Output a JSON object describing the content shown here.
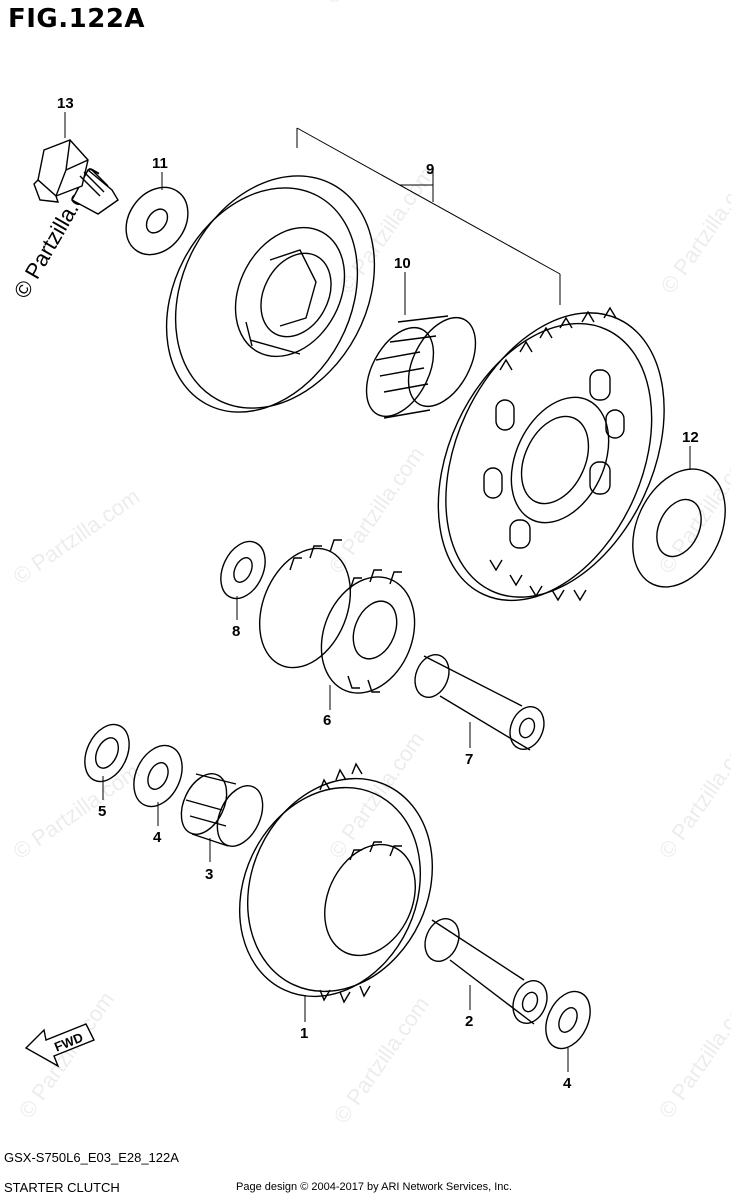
{
  "figure_title": "FIG.122A",
  "diagram_code": "GSX-S750L6_E03_E28_122A",
  "diagram_description": "STARTER CLUTCH",
  "page_credit": "Page design © 2004-2017 by ARI Network Services, Inc.",
  "watermark": "© Partzilla.com",
  "fwd_label": "FWD",
  "callouts": {
    "c1": "1",
    "c2": "2",
    "c3": "3",
    "c4a": "4",
    "c4b": "4",
    "c5": "5",
    "c6": "6",
    "c7": "7",
    "c8": "8",
    "c9": "9",
    "c10": "10",
    "c11": "11",
    "c12": "12",
    "c13": "13"
  },
  "colors": {
    "line": "#000000",
    "paper": "#ffffff"
  }
}
